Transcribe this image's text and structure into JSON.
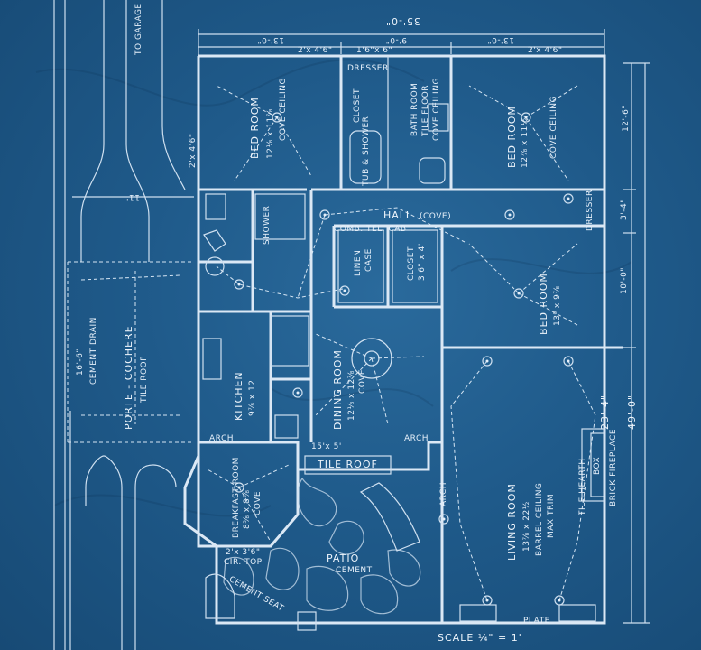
{
  "dimensions": {
    "overall_width": "35'-0\"",
    "left_width": "13'-0\"",
    "middle_width": "9'-0\"",
    "right_width": "13'-0\"",
    "right_upper": "12'-6\"",
    "right_mid": "3'-4\"",
    "right_lower": "10'-0\"",
    "lower_total": "23'-4\"",
    "overall_depth": "49'-0\"",
    "porte_width": "16'-6\"",
    "porte_depth": "11'"
  },
  "rooms": {
    "bed_left": {
      "name": "BED ROOM",
      "size": "12⅛ x 11⅞",
      "note": "COVE CEILING"
    },
    "bath": {
      "name": "BATH ROOM",
      "note1": "TILE FLOOR",
      "note2": "COVE CEILING"
    },
    "bed_right": {
      "name": "BED ROOM",
      "size": "12⅞ x 11½",
      "note": "COVE CEILING"
    },
    "hall": {
      "name": "HALL",
      "note": "(COVE)"
    },
    "linen": {
      "name": "LINEN",
      "note": "CASE"
    },
    "closet": {
      "name": "CLOSET",
      "note": "3'6\" x 4'"
    },
    "bed_mid": {
      "name": "BED ROOM",
      "size": "13⁰ x 9⅞"
    },
    "dining": {
      "name": "DINING ROOM",
      "size": "12⅛ x 12⅞",
      "note": "COVE"
    },
    "kitchen": {
      "name": "KITCHEN",
      "size": "9⅞ x 12"
    },
    "breakfast": {
      "name": "BREAKFAST ROOM",
      "size": "8⅝ x 8⅝",
      "note": "COVE"
    },
    "living": {
      "name": "LIVING ROOM",
      "size": "13⅞ x 22½",
      "note1": "BARREL CEILING",
      "note2": "MAX TRIM"
    },
    "porte": {
      "name": "PORTE - COCHERE",
      "note": "TILE ROOF"
    },
    "patio": {
      "name": "PATIO",
      "note": "CEMENT"
    },
    "tile_roof": {
      "name": "TILE ROOF"
    }
  },
  "labels": {
    "dresser_top": "DRESSER",
    "dresser_right": "DRESSER",
    "closet_top": "CLOSET",
    "tub": "TUB & SHOWER",
    "shower": "SHOWER",
    "to_garage": "TO GARAGE",
    "cement_drain": "CEMENT DRAIN",
    "arch1": "ARCH",
    "arch2": "ARCH",
    "arch3": "ARCH",
    "tile_hearth": "TILE HEARTH",
    "brick_fireplace": "BRICK FIREPLACE",
    "box": "BOX",
    "plate": "PLATE",
    "circ_top": "CIR. TOP",
    "window1": "2'x 4'6\"",
    "window2": "1'6\"x 6\"",
    "window3": "2'x 4'6\"",
    "window4": "2'x 4'6\"",
    "window5": "15'x 5'",
    "window6": "2'x 3'6\"",
    "comb": "COMB. TEL. CAB",
    "cement_seat": "CEMENT SEAT"
  },
  "scale": "SCALE  ¼\" = 1'"
}
